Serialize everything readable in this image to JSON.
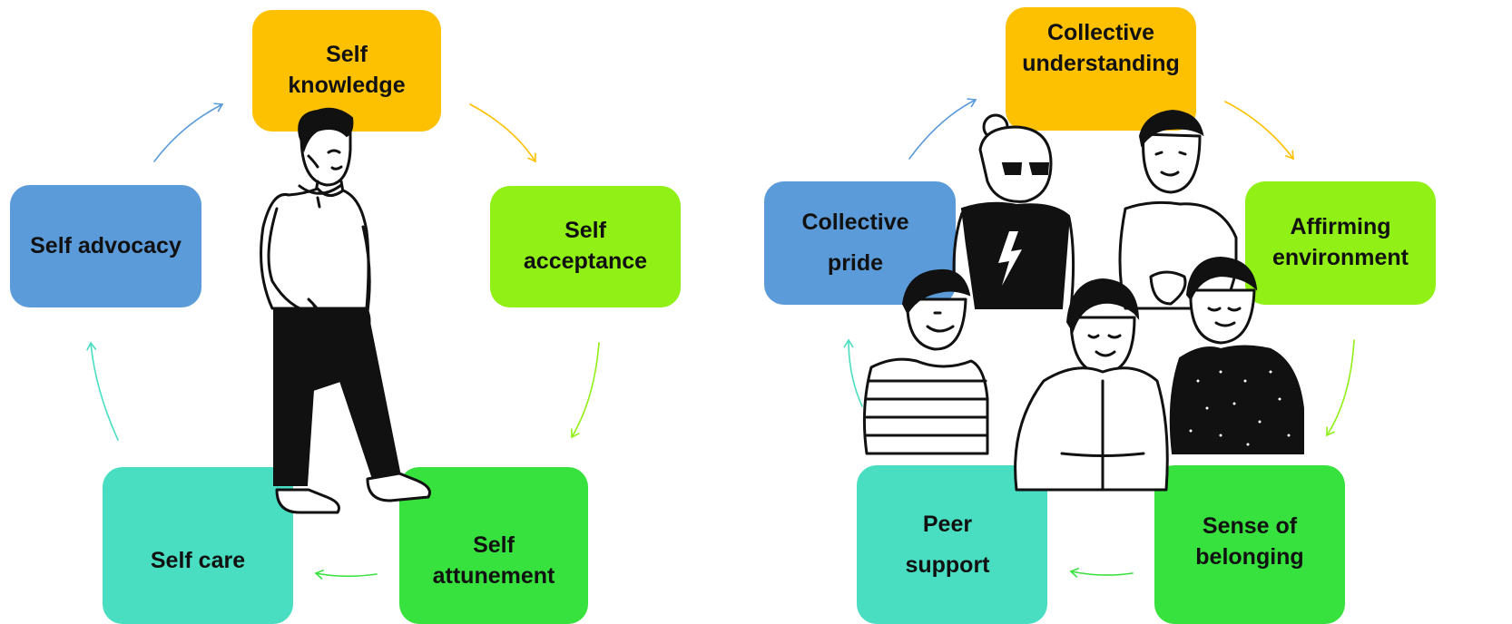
{
  "colors": {
    "orange": "#FDC101",
    "lime": "#91F016",
    "green": "#37E23E",
    "teal": "#49DEC2",
    "blue": "#5B9BD9",
    "ink": "#111111"
  },
  "left_cycle": {
    "nodes": [
      {
        "id": "self-knowledge",
        "label": "Self\nknowledge",
        "color": "orange"
      },
      {
        "id": "self-acceptance",
        "label": "Self\nacceptance",
        "color": "lime"
      },
      {
        "id": "self-attunement",
        "label": "Self\nattunement",
        "color": "green"
      },
      {
        "id": "self-care",
        "label": "Self care",
        "color": "teal"
      },
      {
        "id": "self-advocacy",
        "label": "Self advocacy",
        "color": "blue"
      }
    ],
    "illustration": "standing-person-illustration"
  },
  "right_cycle": {
    "nodes": [
      {
        "id": "collective-understanding",
        "label": "Collective\nunderstanding",
        "color": "orange"
      },
      {
        "id": "affirming-environment",
        "label": "Affirming\nenvironment",
        "color": "lime"
      },
      {
        "id": "sense-of-belonging",
        "label": "Sense of\nbelonging",
        "color": "green"
      },
      {
        "id": "peer-support",
        "label": "Peer\nsupport",
        "color": "teal"
      },
      {
        "id": "collective-pride",
        "label": "Collective\npride",
        "color": "blue"
      }
    ],
    "illustration": "group-of-people-illustration"
  }
}
